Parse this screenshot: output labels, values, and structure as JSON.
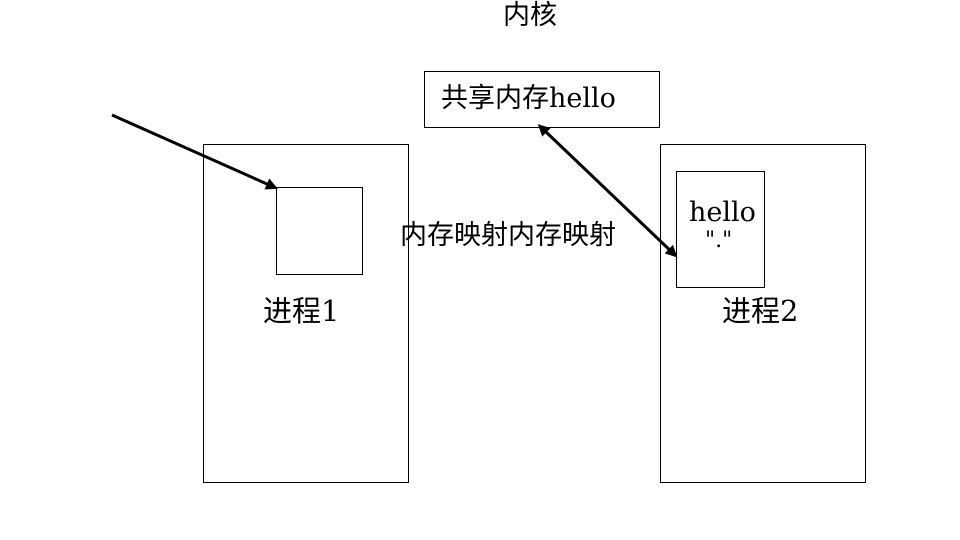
{
  "diagram": {
    "kernel_label": "内核",
    "shared_memory_label": "共享内存hello",
    "process1": {
      "label": "进程1"
    },
    "process2": {
      "label": "进程2",
      "inner_text": "hello",
      "inner_quote": "\".\""
    },
    "mmap_label": "内存映射内存映射"
  },
  "colors": {
    "line": "#000000",
    "background": "#ffffff"
  }
}
